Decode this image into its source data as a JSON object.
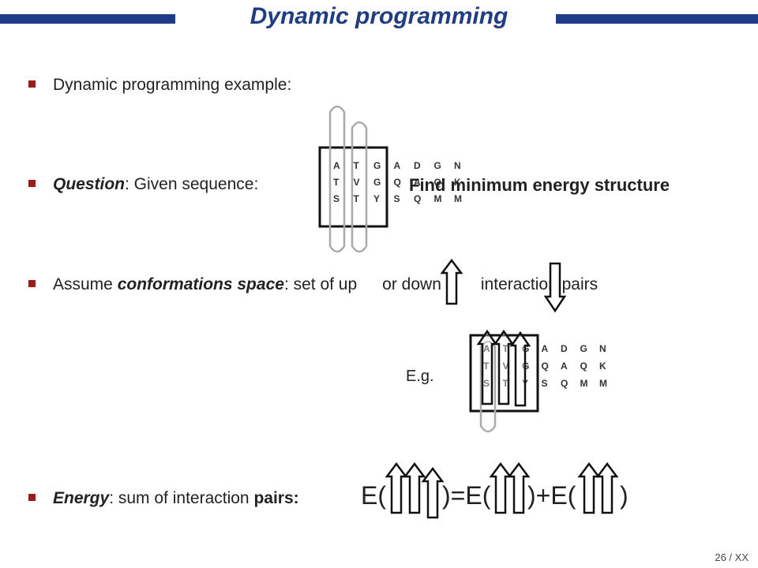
{
  "header": {
    "title": "Dynamic programming",
    "bar_color": "#1f3c88"
  },
  "bullets": {
    "example": "Dynamic programming example:",
    "question_label": "Question",
    "question_text": ": Given sequence:",
    "question_goal": "Find minimum energy structure",
    "assume_prefix": "Assume",
    "assume_term": "conformations space",
    "assume_mid": ":  set of up",
    "assume_or": "or down",
    "assume_end": "interaction pairs",
    "eg_label": "E.g.",
    "energy_label": "Energy",
    "energy_text": ": sum of interaction",
    "energy_pairs": "pairs:"
  },
  "sequence_grid": {
    "rows": [
      [
        "A",
        "T",
        "G",
        "A",
        "D",
        "G",
        "N"
      ],
      [
        "T",
        "V",
        "G",
        "Q",
        "A",
        "Q",
        "K"
      ],
      [
        "S",
        "T",
        "Y",
        "S",
        "Q",
        "M",
        "M"
      ]
    ]
  },
  "equation": {
    "e1": "E(",
    "mid1": ")=E(",
    "mid2": ")+E(",
    "end": ")"
  },
  "footer": {
    "page": "26 / XX"
  }
}
